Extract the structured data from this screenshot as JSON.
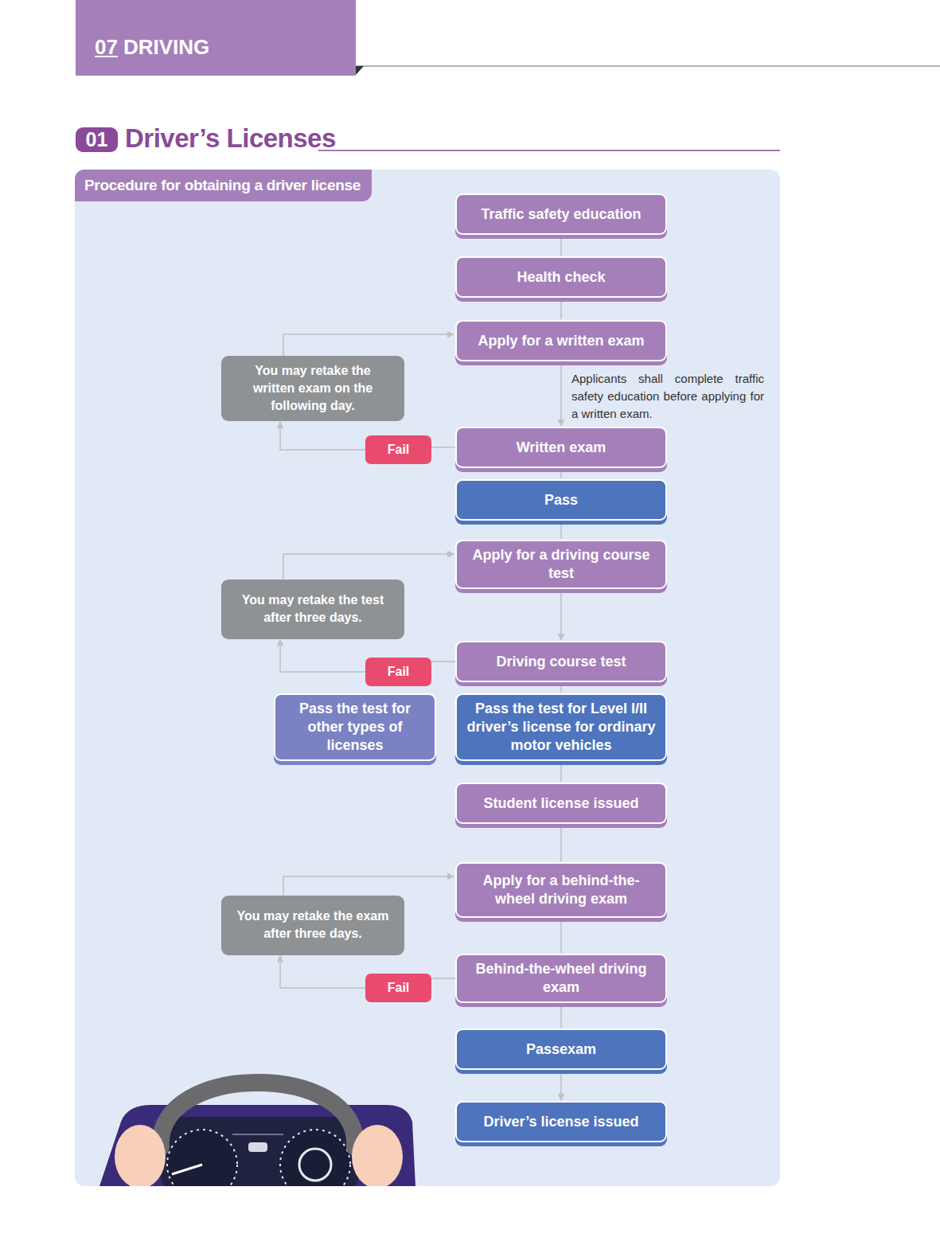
{
  "diagram": {
    "title": "Driver’s Licenses",
    "nodes": [
      {
        "text": [
          "07",
          "DRIVING"
        ]
      },
      {
        "text": [
          "01"
        ]
      },
      {
        "text": [
          "Procedure for obtaining a driver license"
        ]
      },
      {
        "text": [
          "Traffic safety education"
        ],
        "in": 2
      },
      {
        "text": [
          "Health check"
        ],
        "in": 2
      },
      {
        "text": [
          "Apply for a written exam"
        ],
        "in": 2
      },
      {
        "text": [
          "You may retake the written exam on the following day."
        ],
        "in": 2
      },
      {
        "text": [
          "Fail"
        ],
        "in": 2
      },
      {
        "text": [
          "Written exam"
        ],
        "in": 2
      },
      {
        "text": [
          "Pass"
        ],
        "in": 2
      },
      {
        "text": [
          "Apply for a driving course test"
        ],
        "in": 2
      },
      {
        "text": [
          "You may retake the test after three days."
        ],
        "in": 2
      },
      {
        "text": [
          "Fail"
        ],
        "in": 2
      },
      {
        "text": [
          "Driving course test"
        ],
        "in": 2
      },
      {
        "text": [
          "Pass the test for other types of licenses"
        ],
        "in": 2
      },
      {
        "text": [
          "Pass the test for Level I/II driver’s license for ordinary motor vehicles"
        ],
        "in": 2
      },
      {
        "text": [
          "Student license issued"
        ],
        "in": 2
      },
      {
        "text": [
          "Apply for a behind-the-wheel driving exam"
        ],
        "in": 2
      },
      {
        "text": [
          "You may retake the exam after three days."
        ],
        "in": 2
      },
      {
        "text": [
          "Fail"
        ],
        "in": 2
      },
      {
        "text": [
          "Behind-the-wheel driving exam"
        ],
        "in": 2
      },
      {
        "text": [
          "Passexam"
        ],
        "in": 2
      },
      {
        "text": [
          "Driver’s license issued"
        ],
        "in": 2
      }
    ],
    "edges": [
      {
        "from": 3,
        "to": 4,
        "arrow": "none"
      },
      {
        "from": 4,
        "to": 5,
        "arrow": "none"
      },
      {
        "from": 5,
        "to": 8,
        "arrow": "to"
      },
      {
        "from": 8,
        "to": 7,
        "arrow": "none"
      },
      {
        "from": 7,
        "to": 6,
        "arrow": "to"
      },
      {
        "from": 6,
        "to": 5,
        "arrow": "to"
      },
      {
        "from": 8,
        "to": 9,
        "arrow": "none"
      },
      {
        "from": 9,
        "to": 10,
        "arrow": "none"
      },
      {
        "from": 10,
        "to": 13,
        "arrow": "to"
      },
      {
        "from": 13,
        "to": 12,
        "arrow": "none"
      },
      {
        "from": 12,
        "to": 11,
        "arrow": "to"
      },
      {
        "from": 11,
        "to": 10,
        "arrow": "to"
      },
      {
        "from": 13,
        "to": 15,
        "arrow": "none"
      },
      {
        "from": 15,
        "to": 16,
        "arrow": "none"
      },
      {
        "from": 16,
        "to": 17,
        "arrow": "none"
      },
      {
        "from": 17,
        "to": 20,
        "arrow": "none"
      },
      {
        "from": 20,
        "to": 19,
        "arrow": "none"
      },
      {
        "from": 19,
        "to": 18,
        "arrow": "to"
      },
      {
        "from": 18,
        "to": 17,
        "arrow": "to"
      },
      {
        "from": 20,
        "to": 21,
        "arrow": "none"
      },
      {
        "from": 21,
        "to": 22,
        "arrow": "to"
      }
    ],
    "labels": [
      "Applicants shall complete traffic safety education before applying for a written exam."
    ]
  }
}
